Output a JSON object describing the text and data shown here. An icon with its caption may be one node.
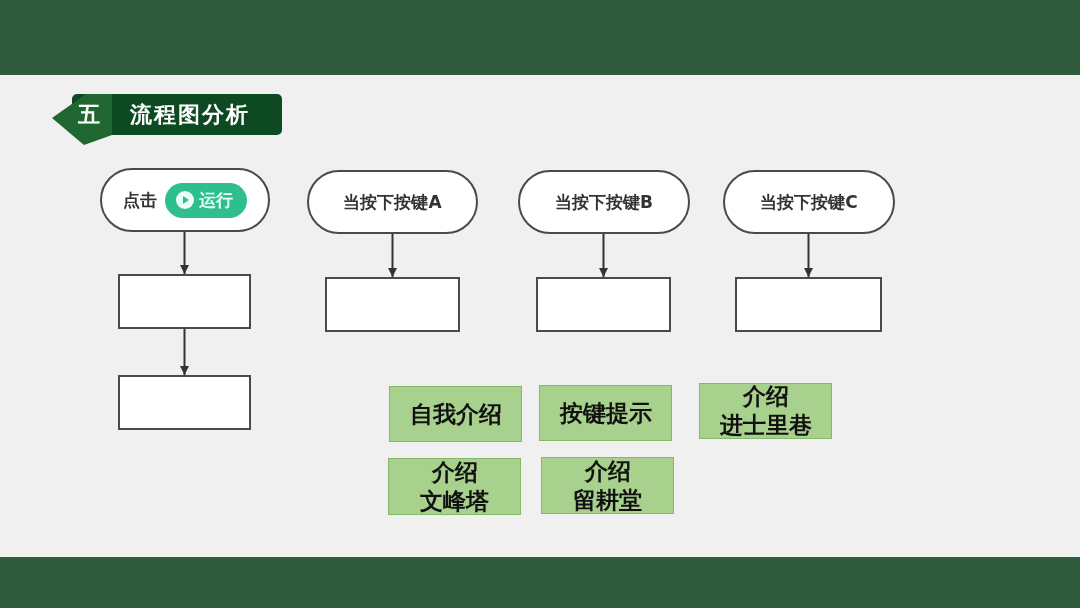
{
  "diagram": {
    "title": "流程图分析",
    "nodes": [
      {
        "text": [
          "点击",
          "运行"
        ]
      },
      {
        "text": [],
        "shape": "box"
      },
      {
        "text": [],
        "shape": "box"
      },
      {
        "text": [
          "当按下按键A"
        ]
      },
      {
        "text": [],
        "shape": "box"
      },
      {
        "text": [
          "当按下按键B"
        ]
      },
      {
        "text": [],
        "shape": "box"
      },
      {
        "text": [
          "当按下按键C"
        ]
      },
      {
        "text": [],
        "shape": "box"
      },
      {
        "text": [
          "自我介绍"
        ]
      },
      {
        "text": [
          "按键提示"
        ]
      },
      {
        "text": [
          "介绍进士里巷"
        ]
      },
      {
        "text": [
          "介绍文峰塔"
        ]
      },
      {
        "text": [
          "介绍留耕堂"
        ]
      }
    ],
    "edges": [
      {
        "from": 0,
        "to": 1,
        "arrow": "to"
      },
      {
        "from": 1,
        "to": 2,
        "arrow": "to"
      },
      {
        "from": 3,
        "to": 4,
        "arrow": "to"
      },
      {
        "from": 5,
        "to": 6,
        "arrow": "to"
      },
      {
        "from": 7,
        "to": 8,
        "arrow": "to"
      }
    ],
    "labels": [
      "五"
    ]
  }
}
